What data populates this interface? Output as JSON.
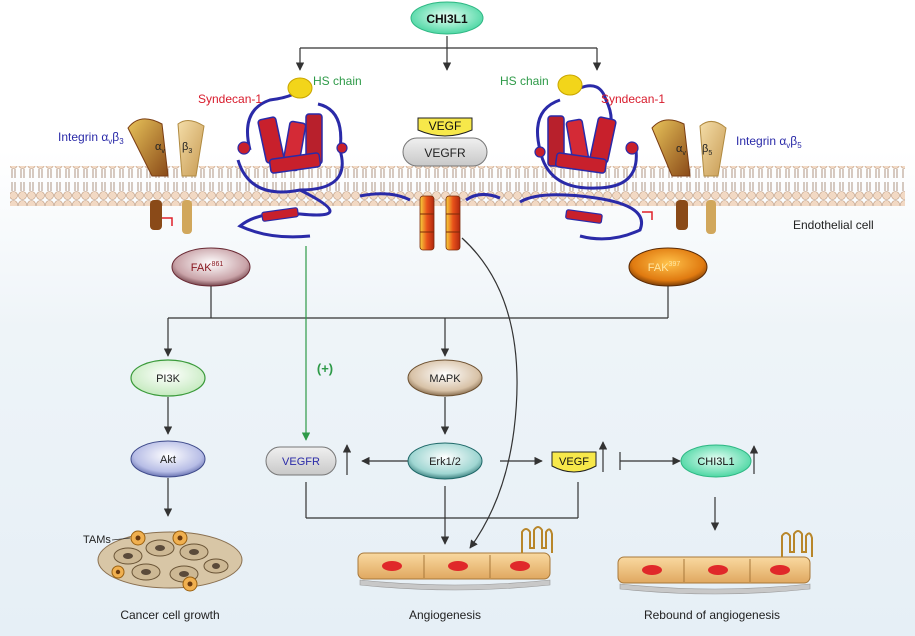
{
  "top_node": "CHI3L1",
  "membrane": {
    "hs_chain_left": "HS chain",
    "hs_chain_right": "HS chain",
    "syndecan_left": "Syndecan-1",
    "syndecan_right": "Syndecan-1",
    "integrin_left": {
      "prefix": "Integrin α",
      "sub1": "v",
      "mid": "β",
      "sub2": "3"
    },
    "integrin_right": {
      "prefix": "Integrin α",
      "sub1": "v",
      "mid": "β",
      "sub2": "5"
    },
    "alpha_left": {
      "main": "α",
      "sub": "v"
    },
    "beta_left": {
      "main": "β",
      "sub": "3"
    },
    "alpha_right": {
      "main": "α",
      "sub": "v"
    },
    "beta_right": {
      "main": "β",
      "sub": "5"
    },
    "vegf": "VEGF",
    "vegfr": "VEGFR",
    "cell_label": "Endothelial cell"
  },
  "nodes": {
    "fak_left": {
      "main": "FAK",
      "sup": "861"
    },
    "fak_right": {
      "main": "FAK",
      "sup": "397"
    },
    "pi3k": "PI3K",
    "akt": "Akt",
    "mapk": "MAPK",
    "erk": "Erk1/2",
    "vegfr2": "VEGFR",
    "vegf2": "VEGF",
    "chi3l1_2": "CHI3L1",
    "plus": "(+)",
    "tams": "TAMs"
  },
  "outcomes": {
    "left": "Cancer cell growth",
    "middle": "Angiogenesis",
    "right": "Rebound of angiogenesis"
  },
  "colors": {
    "green_node": "#4fd9a4",
    "membrane_head": "#f3dcc8",
    "syndecan": "#d81b2c",
    "chain": "#2a2aa8",
    "hs_ball": "#f2d51a"
  }
}
